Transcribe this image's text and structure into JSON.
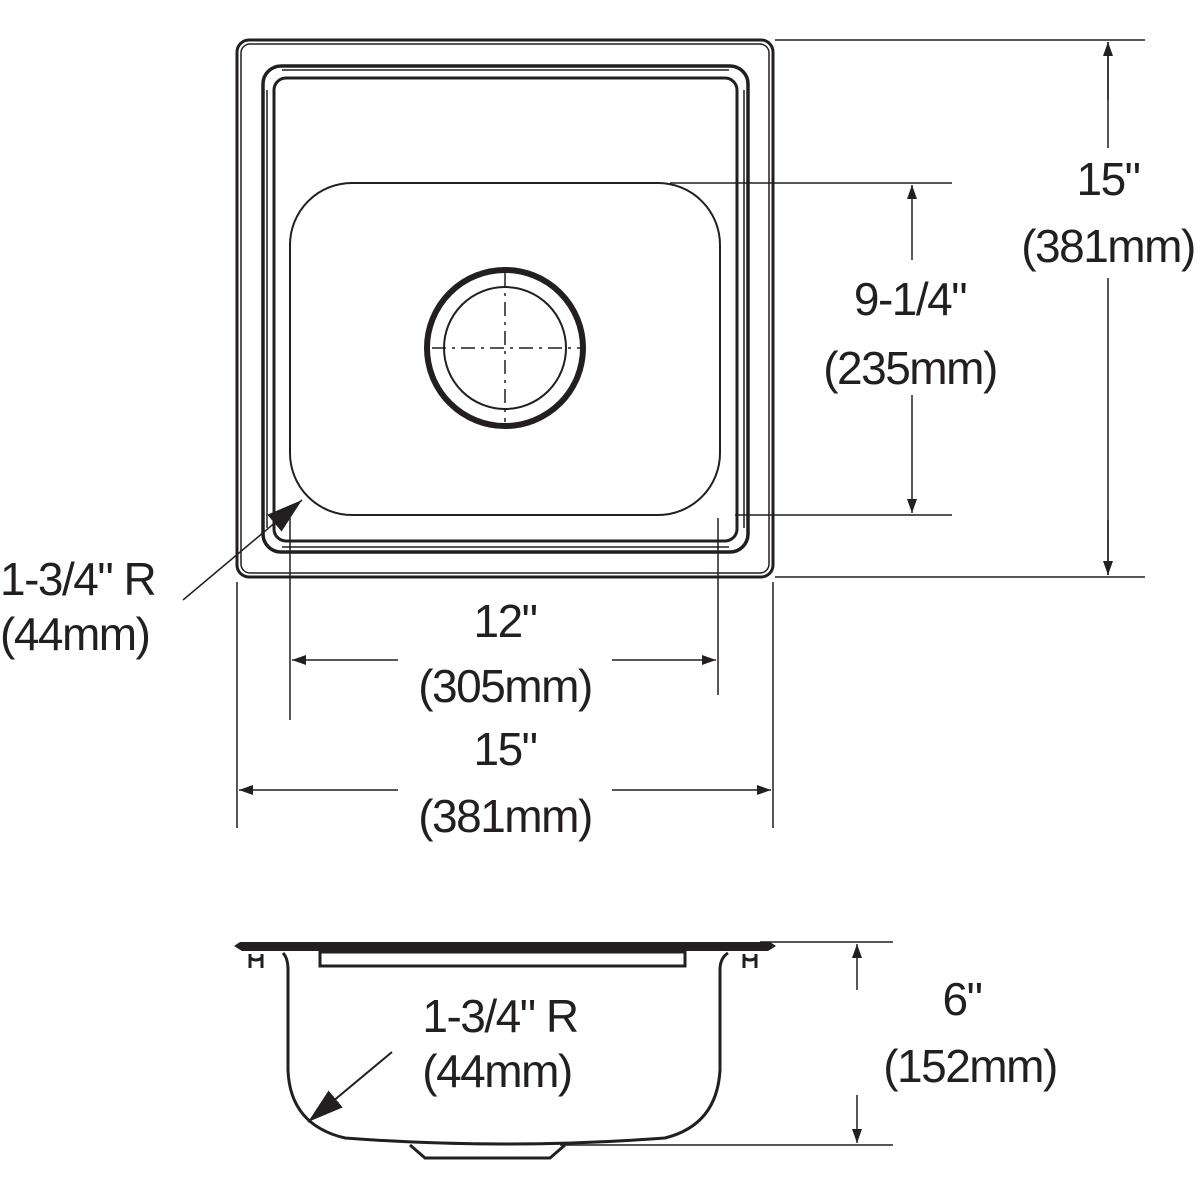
{
  "top_view": {
    "overall_height": {
      "imperial": "15\"",
      "metric": "(381mm)"
    },
    "bowl_length": {
      "imperial": "9-1/4\"",
      "metric": "(235mm)"
    },
    "bowl_width": {
      "imperial": "12\"",
      "metric": "(305mm)"
    },
    "overall_width": {
      "imperial": "15\"",
      "metric": "(381mm)"
    },
    "corner_radius": {
      "imperial": "1-3/4\" R",
      "metric": "(44mm)"
    }
  },
  "side_view": {
    "depth": {
      "imperial": "6\"",
      "metric": "(152mm)"
    },
    "corner_radius": {
      "imperial": "1-3/4\" R",
      "metric": "(44mm)"
    }
  },
  "colors": {
    "line": "#231f20",
    "background": "#ffffff"
  }
}
